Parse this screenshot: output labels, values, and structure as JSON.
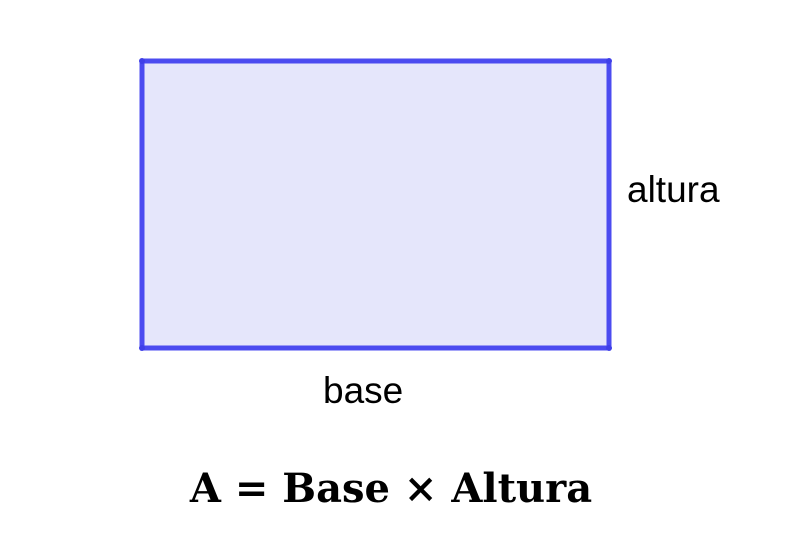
{
  "diagram": {
    "shape": "rectangle",
    "fill_color": "#e5e6fb",
    "stroke_color": "#4b4bf0",
    "vertex_color": "#3f3fe8"
  },
  "labels": {
    "base": "base",
    "altura": "altura"
  },
  "formula": {
    "text": "A = Base × Altura"
  }
}
